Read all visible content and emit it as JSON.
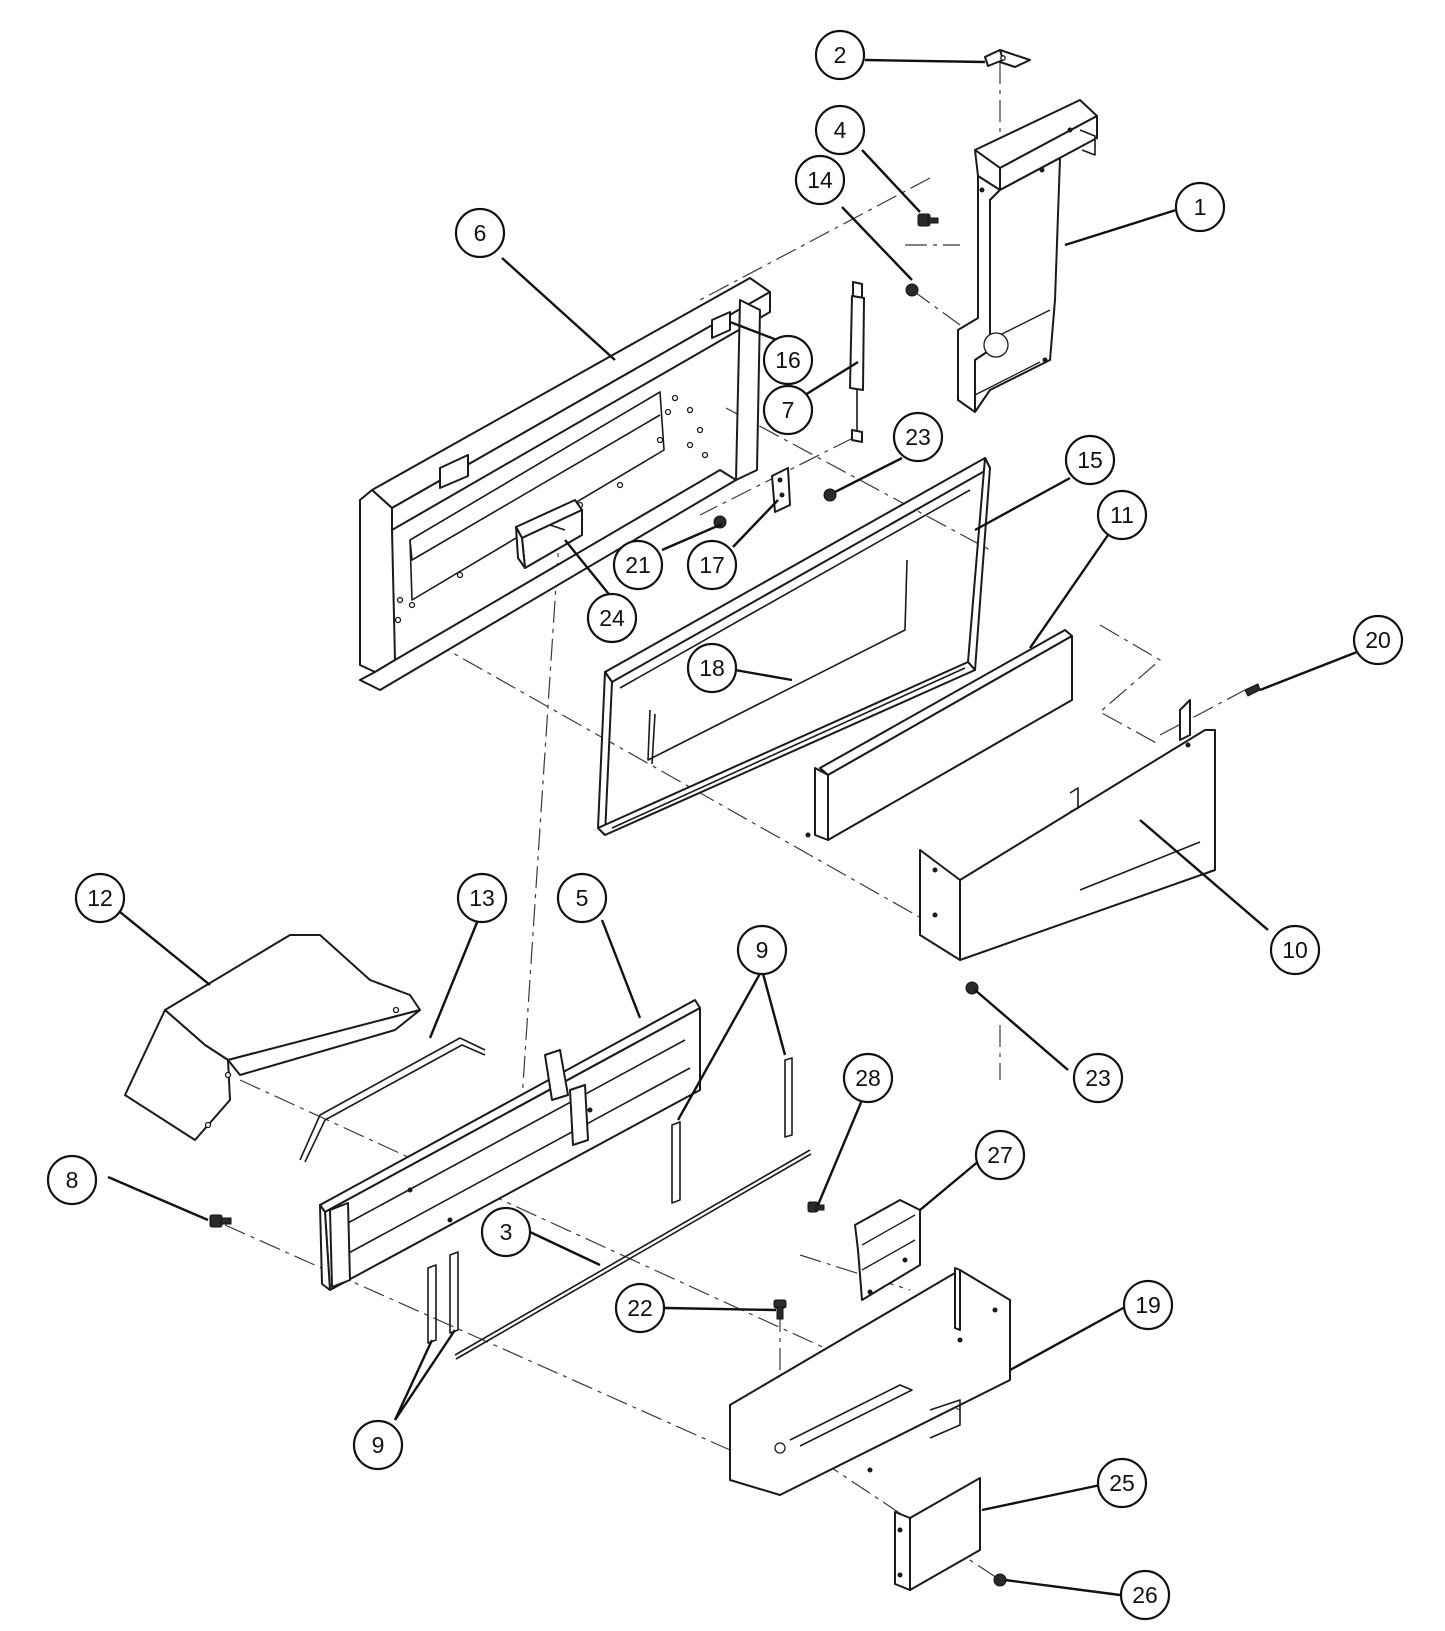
{
  "diagram": {
    "callouts": [
      {
        "id": "c1",
        "label": "1"
      },
      {
        "id": "c2",
        "label": "2"
      },
      {
        "id": "c3",
        "label": "3"
      },
      {
        "id": "c4",
        "label": "4"
      },
      {
        "id": "c5",
        "label": "5"
      },
      {
        "id": "c6",
        "label": "6"
      },
      {
        "id": "c7",
        "label": "7"
      },
      {
        "id": "c8",
        "label": "8"
      },
      {
        "id": "c9a",
        "label": "9"
      },
      {
        "id": "c9b",
        "label": "9"
      },
      {
        "id": "c10",
        "label": "10"
      },
      {
        "id": "c11",
        "label": "11"
      },
      {
        "id": "c12",
        "label": "12"
      },
      {
        "id": "c13",
        "label": "13"
      },
      {
        "id": "c14",
        "label": "14"
      },
      {
        "id": "c15",
        "label": "15"
      },
      {
        "id": "c16",
        "label": "16"
      },
      {
        "id": "c17",
        "label": "17"
      },
      {
        "id": "c18",
        "label": "18"
      },
      {
        "id": "c19",
        "label": "19"
      },
      {
        "id": "c20",
        "label": "20"
      },
      {
        "id": "c21",
        "label": "21"
      },
      {
        "id": "c22",
        "label": "22"
      },
      {
        "id": "c23a",
        "label": "23"
      },
      {
        "id": "c23b",
        "label": "23"
      },
      {
        "id": "c24",
        "label": "24"
      },
      {
        "id": "c25",
        "label": "25"
      },
      {
        "id": "c26",
        "label": "26"
      },
      {
        "id": "c27",
        "label": "27"
      },
      {
        "id": "c28",
        "label": "28"
      }
    ]
  }
}
